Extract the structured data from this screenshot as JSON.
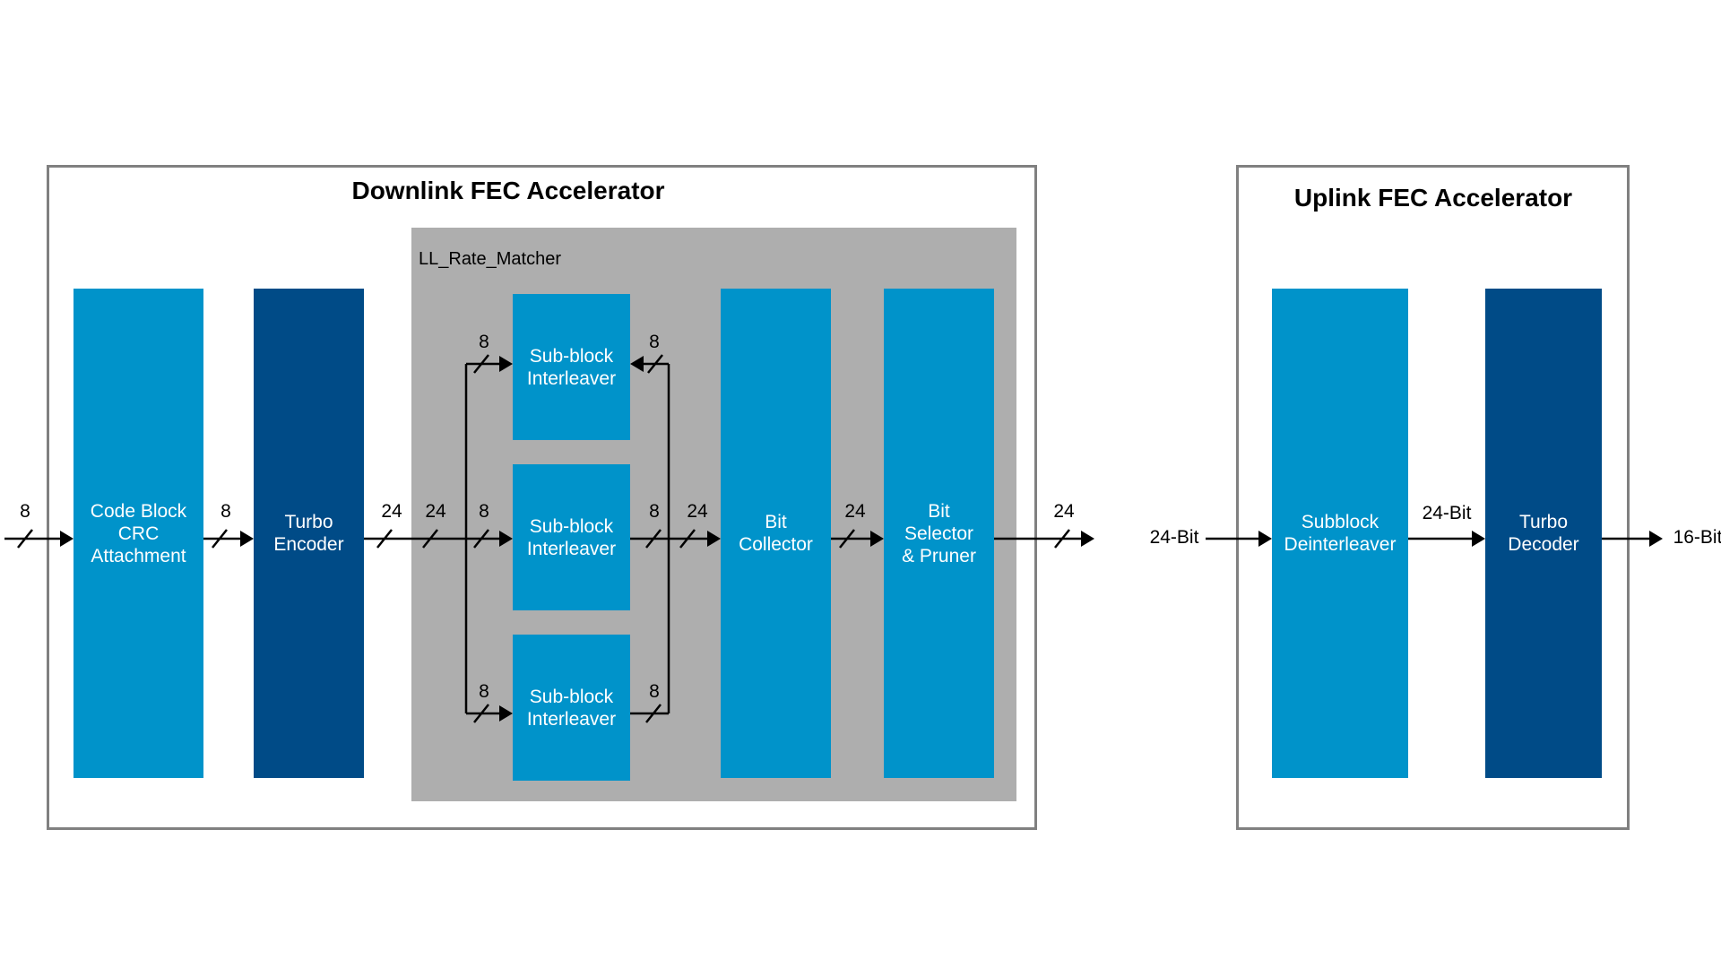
{
  "downlink": {
    "title": "Downlink FEC Accelerator",
    "rate_matcher_label": "LL_Rate_Matcher",
    "blocks": {
      "crc": "Code Block\nCRC\nAttachment",
      "turbo_encoder": "Turbo\nEncoder",
      "interleaver_1": "Sub-block\nInterleaver",
      "interleaver_2": "Sub-block\nInterleaver",
      "interleaver_3": "Sub-block\nInterleaver",
      "bit_collector": "Bit\nCollector",
      "bit_selector": "Bit\nSelector\n& Pruner"
    },
    "bus_widths": {
      "input": "8",
      "crc_to_encoder": "8",
      "encoder_out": "24",
      "rm_in": "24",
      "il1_in": "8",
      "il2_in": "8",
      "il3_in": "8",
      "il1_out": "8",
      "il2_out": "8",
      "il3_out": "8",
      "collector_in": "24",
      "collector_to_selector": "24",
      "output": "24"
    }
  },
  "uplink": {
    "title": "Uplink FEC Accelerator",
    "blocks": {
      "deinterleaver": "Subblock\nDeinterleaver",
      "turbo_decoder": "Turbo\nDecoder"
    },
    "bus_widths": {
      "input": "24-Bit",
      "middle": "24-Bit",
      "output": "16-Bit"
    }
  },
  "colors": {
    "light_block": "#0093ca",
    "dark_block": "#004b87",
    "rate_matcher_bg": "#aeaeae",
    "frame_border": "#808080"
  }
}
